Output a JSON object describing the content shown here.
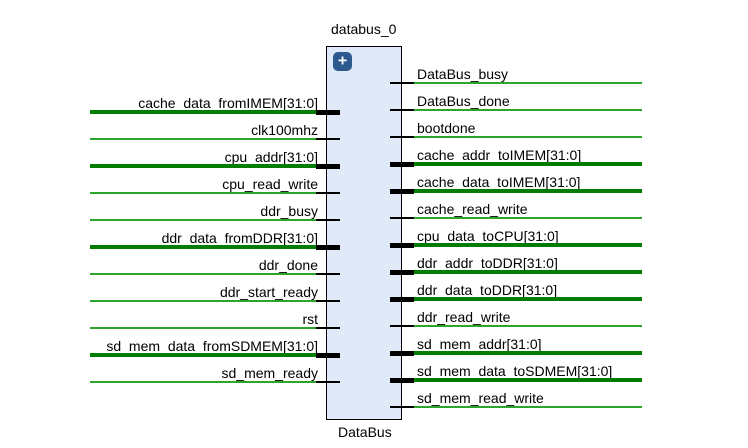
{
  "diagram": {
    "instance_name": "databus_0",
    "module_name": "DataBus",
    "expand_icon": "+",
    "colors": {
      "bus_net": "#007d00",
      "single_net": "#2ca52c",
      "pin": "#000000",
      "block_fill": "#dfe9f7",
      "block_border": "#000000",
      "expand_button_bg": "#2d5a8e",
      "expand_button_fg": "#ffffff",
      "canvas_bg": "#ffffff",
      "text": "#000000"
    }
  },
  "left_ports": [
    {
      "name": "cache_data_fromIMEM[31:0]",
      "bus": true
    },
    {
      "name": "clk100mhz",
      "bus": false
    },
    {
      "name": "cpu_addr[31:0]",
      "bus": true
    },
    {
      "name": "cpu_read_write",
      "bus": false
    },
    {
      "name": "ddr_busy",
      "bus": false
    },
    {
      "name": "ddr_data_fromDDR[31:0]",
      "bus": true
    },
    {
      "name": "ddr_done",
      "bus": false
    },
    {
      "name": "ddr_start_ready",
      "bus": false
    },
    {
      "name": "rst",
      "bus": false
    },
    {
      "name": "sd_mem_data_fromSDMEM[31:0]",
      "bus": true
    },
    {
      "name": "sd_mem_ready",
      "bus": false
    }
  ],
  "right_ports": [
    {
      "name": "DataBus_busy",
      "bus": false
    },
    {
      "name": "DataBus_done",
      "bus": false
    },
    {
      "name": "bootdone",
      "bus": false
    },
    {
      "name": "cache_addr_toIMEM[31:0]",
      "bus": true
    },
    {
      "name": "cache_data_toIMEM[31:0]",
      "bus": true
    },
    {
      "name": "cache_read_write",
      "bus": false
    },
    {
      "name": "cpu_data_toCPU[31:0]",
      "bus": true
    },
    {
      "name": "ddr_addr_toDDR[31:0]",
      "bus": true
    },
    {
      "name": "ddr_data_toDDR[31:0]",
      "bus": true
    },
    {
      "name": "ddr_read_write",
      "bus": false
    },
    {
      "name": "sd_mem_addr[31:0]",
      "bus": true
    },
    {
      "name": "sd_mem_data_toSDMEM[31:0]",
      "bus": true
    },
    {
      "name": "sd_mem_read_write",
      "bus": false
    }
  ]
}
